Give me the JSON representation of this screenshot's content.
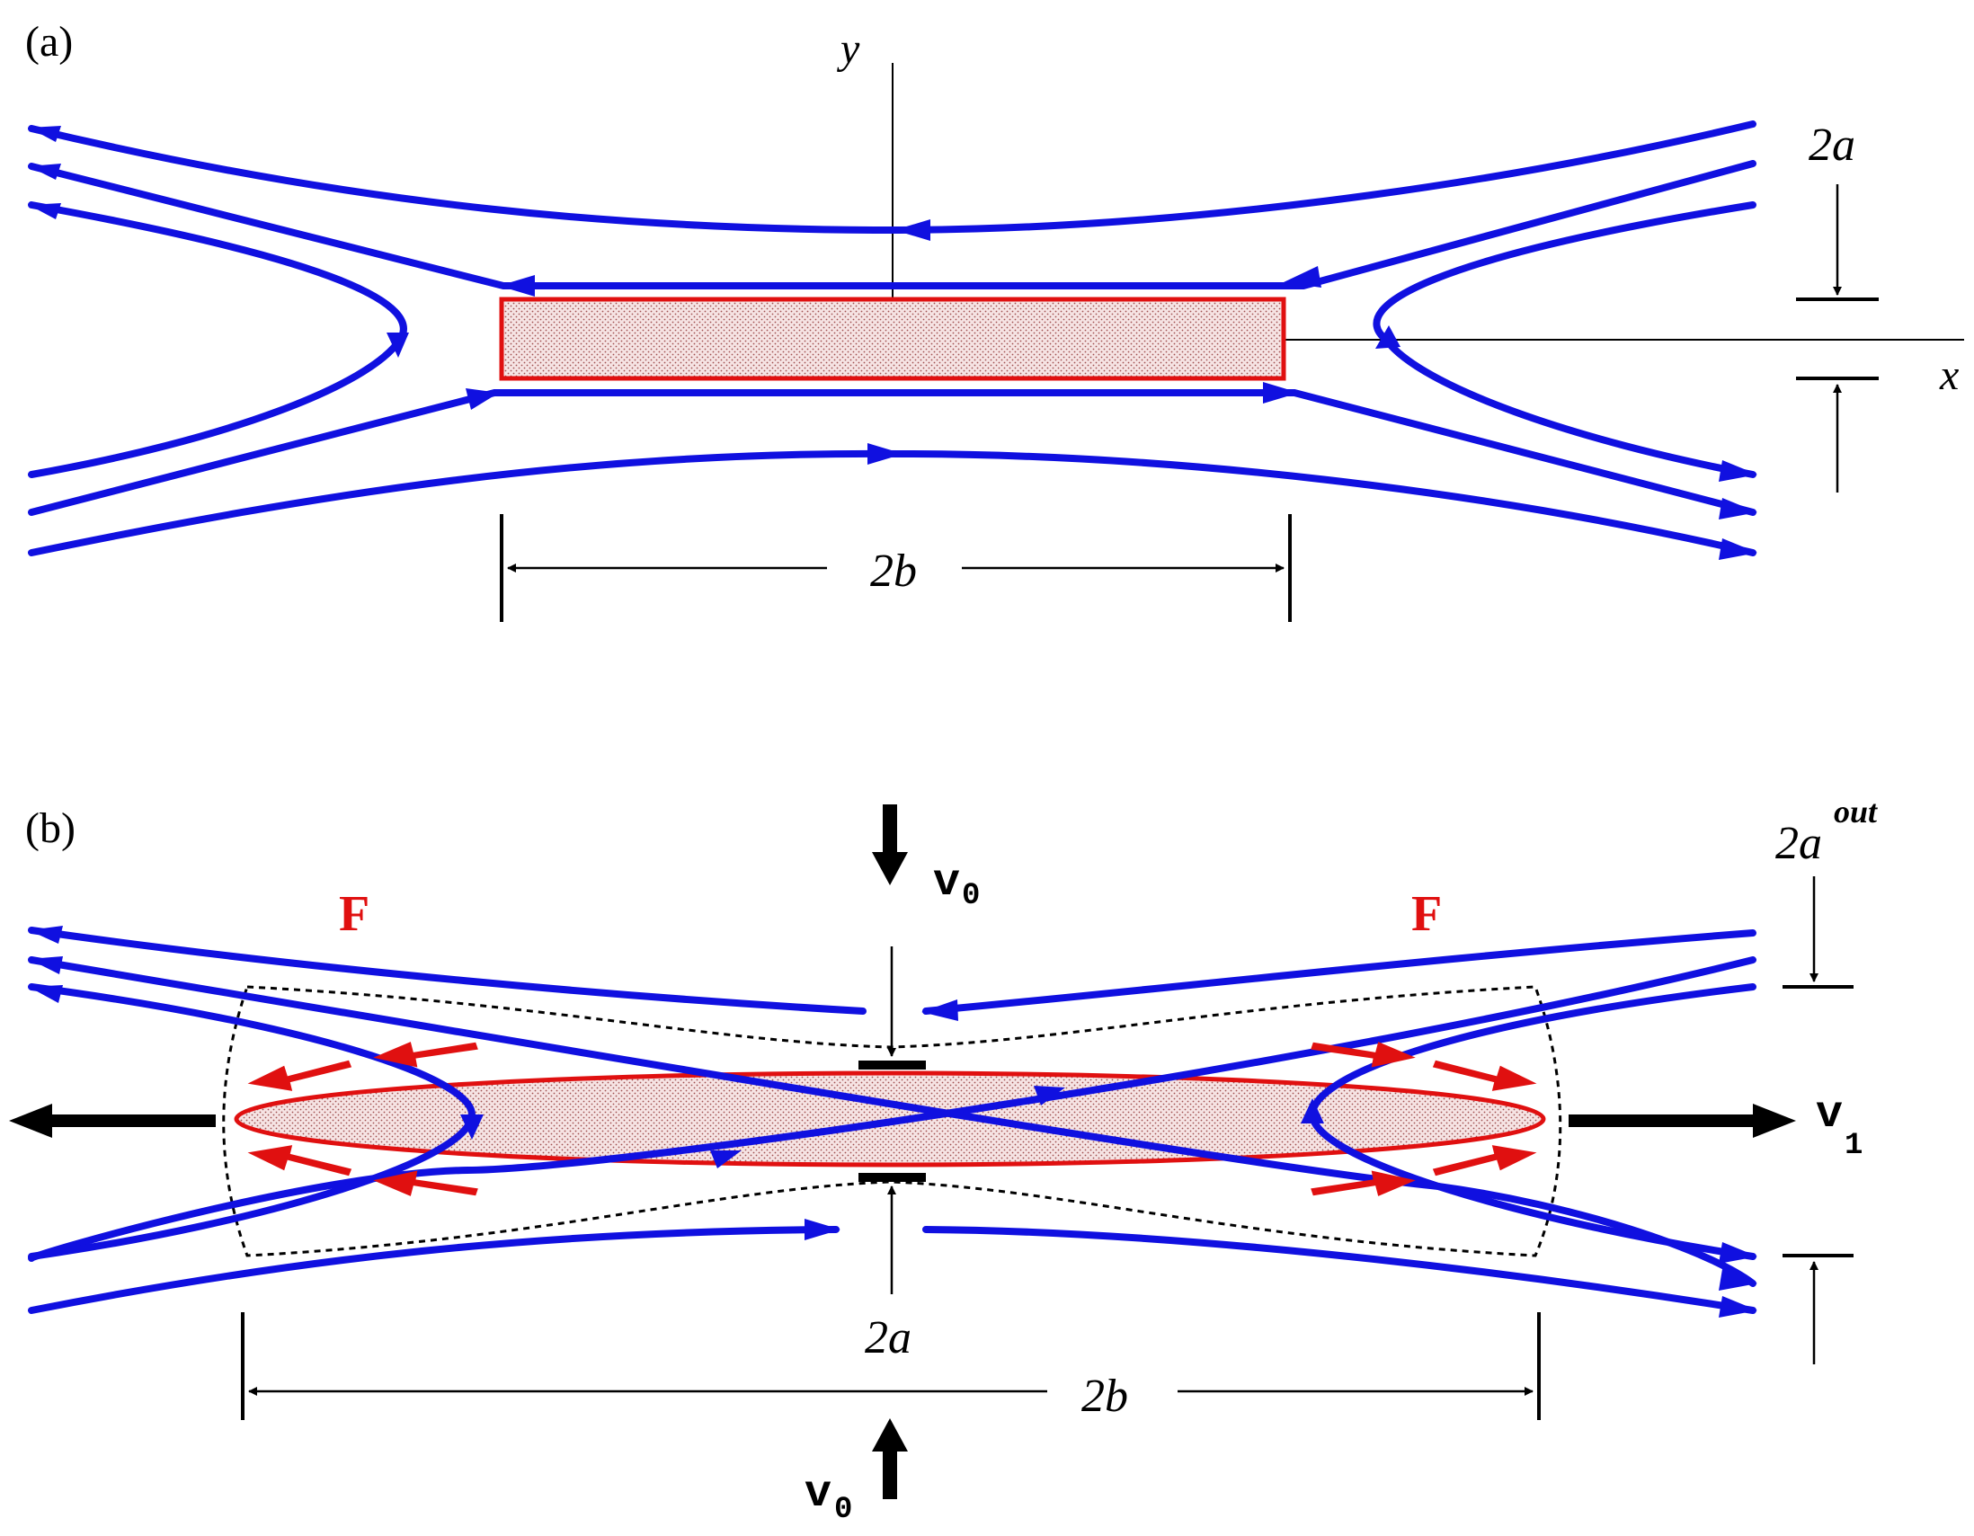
{
  "panel_a": {
    "label": "(a)",
    "axis_y": "y",
    "axis_x": "x",
    "thickness_label": "2a",
    "length_label": "2b"
  },
  "panel_b": {
    "label": "(b)",
    "inflow_top_v": "v",
    "inflow_top_sub": "0",
    "inflow_bottom_v": "v",
    "inflow_bottom_sub": "0",
    "outflow_v": "v",
    "outflow_sub": "1",
    "force_left": "F",
    "force_right": "F",
    "outer_thickness_label": "2a",
    "outer_thickness_sup": "out",
    "inner_thickness_label": "2a",
    "length_label": "2b"
  },
  "colors": {
    "field_lines": "#1010e0",
    "current_sheet_border": "#e01010",
    "current_sheet_fill": "#f3d8d8",
    "force_arrows": "#e01010",
    "annotation": "#000000"
  }
}
